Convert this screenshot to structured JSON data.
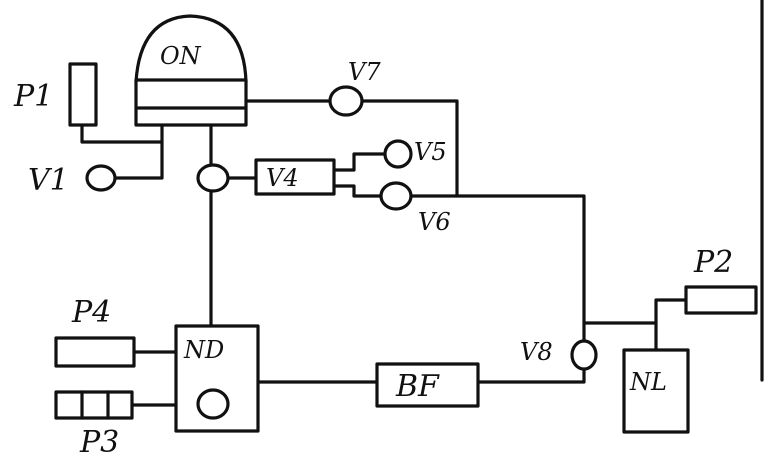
{
  "diagram": {
    "labels": {
      "on": "ON",
      "p1": "P1",
      "v1": "V1",
      "v7": "V7",
      "v5": "V5",
      "v4": "V4",
      "v6": "V6",
      "p2": "P2",
      "p4": "P4",
      "nd": "ND",
      "bf": "BF",
      "v8": "V8",
      "nl": "NL",
      "p3": "P3"
    },
    "colors": {
      "ink": "#111111",
      "paper": "#ffffff"
    }
  }
}
